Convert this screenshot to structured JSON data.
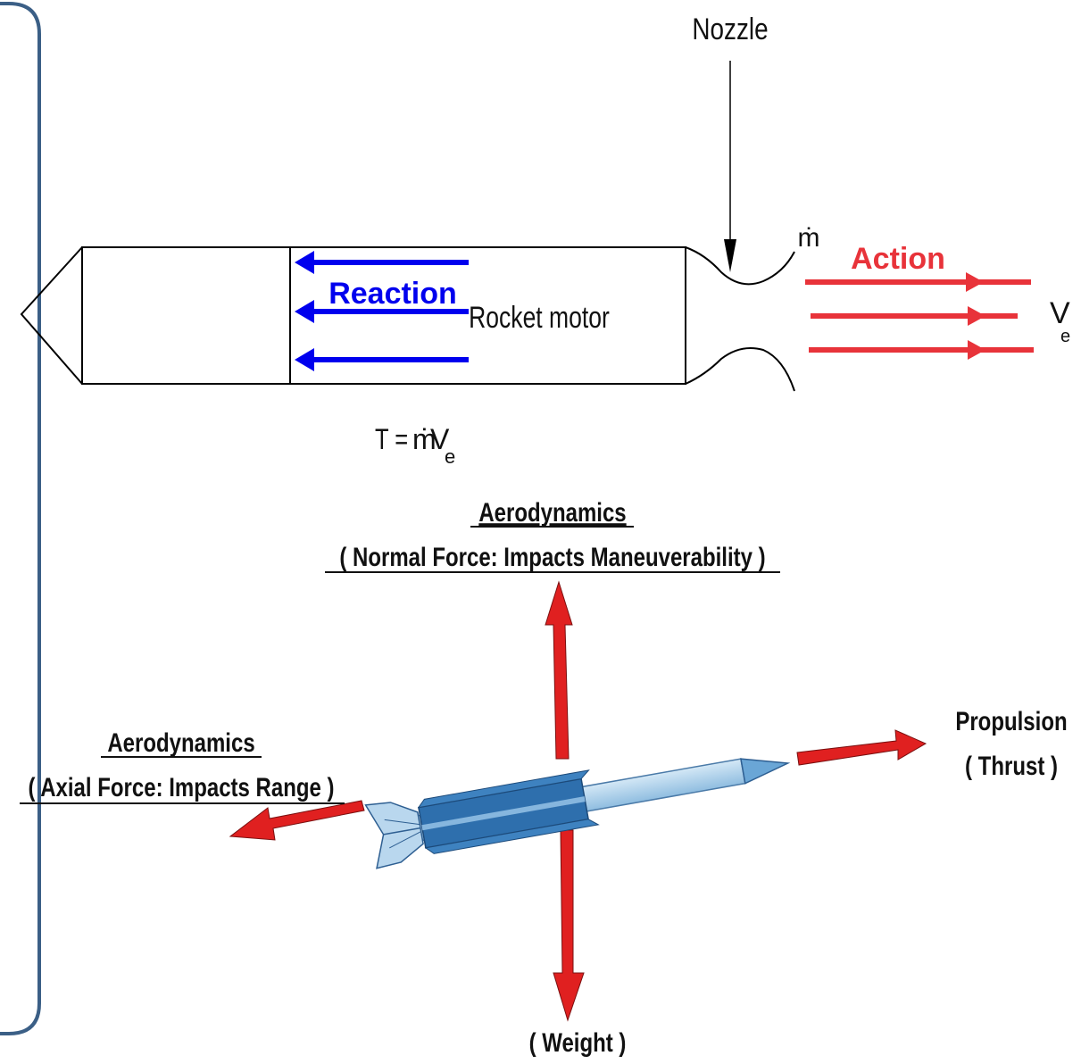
{
  "rocket_motor": {
    "nozzle_label": "Nozzle",
    "mass_flow_symbol": "ṁ",
    "action_label": "Action",
    "reaction_label": "Reaction",
    "motor_label": "Rocket motor",
    "velocity_symbol": "V",
    "velocity_subscript": "e",
    "equation_lhs": "T = ",
    "equation_mdot": "ṁ",
    "equation_v": "V",
    "equation_sub": "e"
  },
  "forces": {
    "normal_title": "Aerodynamics",
    "normal_desc": "( Normal Force: Impacts Maneuverability )",
    "axial_title": "Aerodynamics",
    "axial_desc": "( Axial Force: Impacts Range )",
    "propulsion_title": "Propulsion",
    "propulsion_desc": "( Thrust )",
    "weight_label": "( Weight )"
  },
  "colors": {
    "reaction": "#0000ee",
    "action": "#e8333a",
    "force_arrow": "#e02020",
    "frame": "#3b5f86",
    "missile_light": "#a9cde8",
    "missile_dark": "#2e6fad"
  }
}
